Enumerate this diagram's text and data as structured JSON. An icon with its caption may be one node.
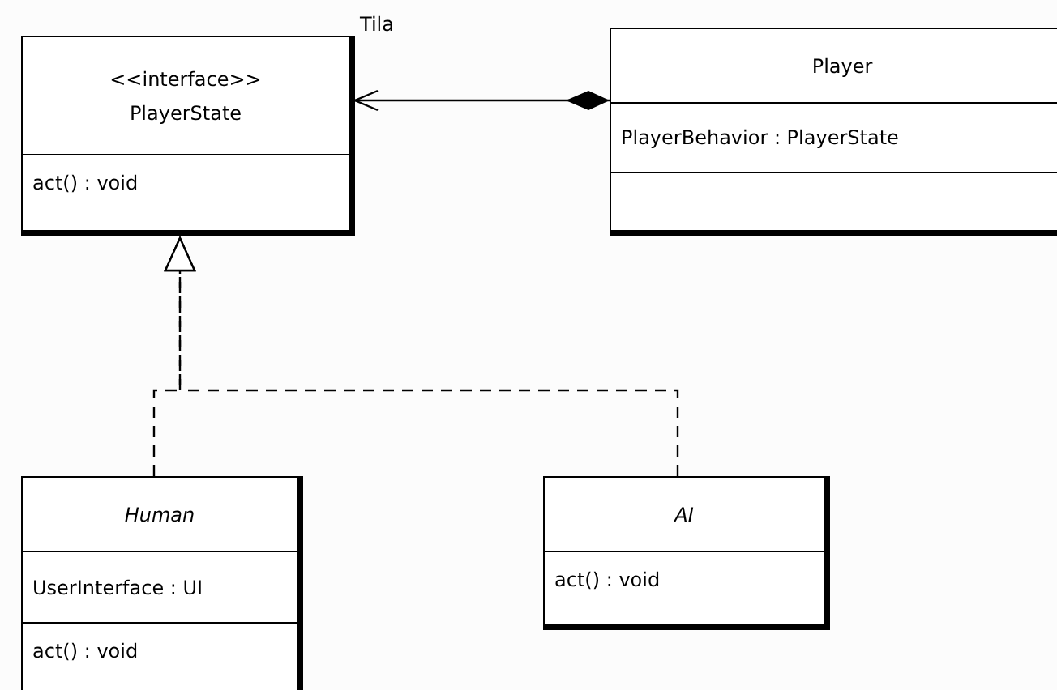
{
  "diagram": {
    "nodes": [
      {
        "text": [
          "<<interface>>",
          "PlayerState",
          "act() : void"
        ]
      },
      {
        "text": [
          "Player",
          "PlayerBehavior : PlayerState"
        ]
      },
      {
        "text": [
          "Human",
          "UserInterface : UI",
          "act() : void"
        ]
      },
      {
        "text": [
          "AI",
          "act() : void"
        ]
      }
    ],
    "edges": [
      {
        "from": 1,
        "to": 0,
        "arrow": "to",
        "label": "Tila"
      },
      {
        "from": 2,
        "to": 0,
        "arrow": "to",
        "style": "dashed"
      },
      {
        "from": 3,
        "to": 0,
        "arrow": "to",
        "style": "dashed"
      }
    ]
  }
}
